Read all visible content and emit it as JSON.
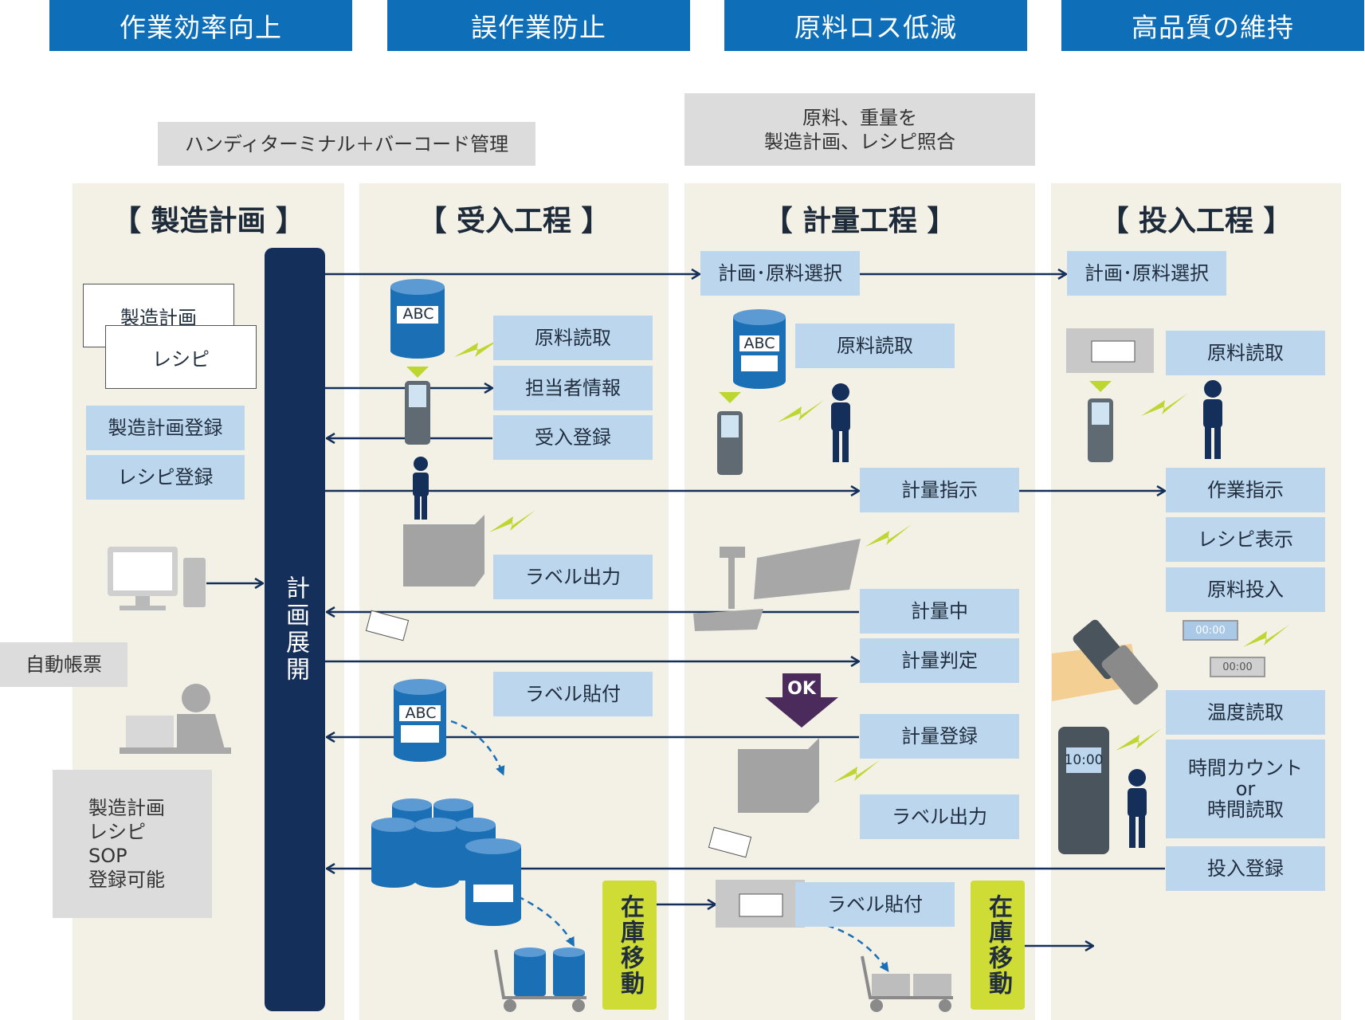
{
  "banners": [
    "作業効率向上",
    "誤作業防止",
    "原料ロス低減",
    "高品質の維持"
  ],
  "notes": {
    "handy": "ハンディターミナル＋バーコード管理",
    "matching_line1": "原料、重量を",
    "matching_line2": "製造計画、レシピ照合"
  },
  "columns": {
    "plan": "【 製造計画 】",
    "receive": "【 受入工程 】",
    "weigh": "【 計量工程 】",
    "input": "【 投入工程 】"
  },
  "plan": {
    "doc1": "製造計画",
    "doc2": "レシピ",
    "register_plan": "製造計画登録",
    "register_recipe": "レシピ登録",
    "auto_report": "自動帳票",
    "bar_label": "計画展開",
    "info_lines": [
      "製造計画",
      "レシピ",
      "SOP",
      "登録可能"
    ]
  },
  "receive": {
    "read_material": "原料読取",
    "operator_info": "担当者情報",
    "receive_register": "受入登録",
    "label_output": "ラベル出力",
    "label_attach": "ラベル貼付",
    "stock_move": "在庫移動",
    "abc": "ABC"
  },
  "weigh": {
    "select": "計画･原料選択",
    "read_material": "原料読取",
    "instruction": "計量指示",
    "weighing": "計量中",
    "judge": "計量判定",
    "ok": "OK",
    "register": "計量登録",
    "label_output": "ラベル出力",
    "label_attach": "ラベル貼付",
    "stock_move": "在庫移動",
    "abc": "ABC"
  },
  "input": {
    "select": "計画･原料選択",
    "read_material": "原料読取",
    "work_instruction": "作業指示",
    "recipe_display": "レシピ表示",
    "material_input": "原料投入",
    "temp_read": "温度読取",
    "time_count": "時間カウント\nor\n時間読取",
    "input_register": "投入登録",
    "timer1": "00:00",
    "timer2": "00:00",
    "terminal_time": "10:00"
  },
  "colors": {
    "banner": "#0e6eb8",
    "navy": "#14305a",
    "box": "#bcd6ee",
    "green": "#cfdc35",
    "column_bg": "#f3f0e6",
    "drum": "#1a6fb5",
    "ok_arrow": "#4b2a5c"
  }
}
